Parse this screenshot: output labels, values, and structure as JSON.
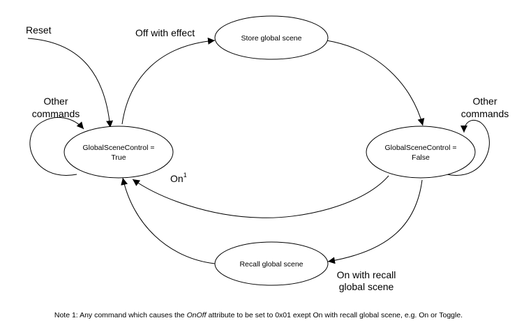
{
  "states": {
    "true_state": {
      "line1": "GlobalSceneControl =",
      "line2": "True"
    },
    "false_state": {
      "line1": "GlobalSceneControl =",
      "line2": "False"
    },
    "store": {
      "label": "Store global scene"
    },
    "recall": {
      "label": "Recall global scene"
    }
  },
  "transitions": {
    "reset": "Reset",
    "off_with_effect": "Off with effect",
    "other_commands_left": {
      "line1": "Other",
      "line2": "commands"
    },
    "other_commands_right": {
      "line1": "Other",
      "line2": "commands"
    },
    "on": {
      "text": "On",
      "superscript": "1"
    },
    "on_with_recall": {
      "line1": "On with recall",
      "line2": "global scene"
    }
  },
  "note": {
    "prefix": "Note 1: Any command which causes the ",
    "attribute": "OnOff",
    "suffix": " attribute to be set to 0x01 exept On with recall global scene, e.g. On or Toggle."
  }
}
